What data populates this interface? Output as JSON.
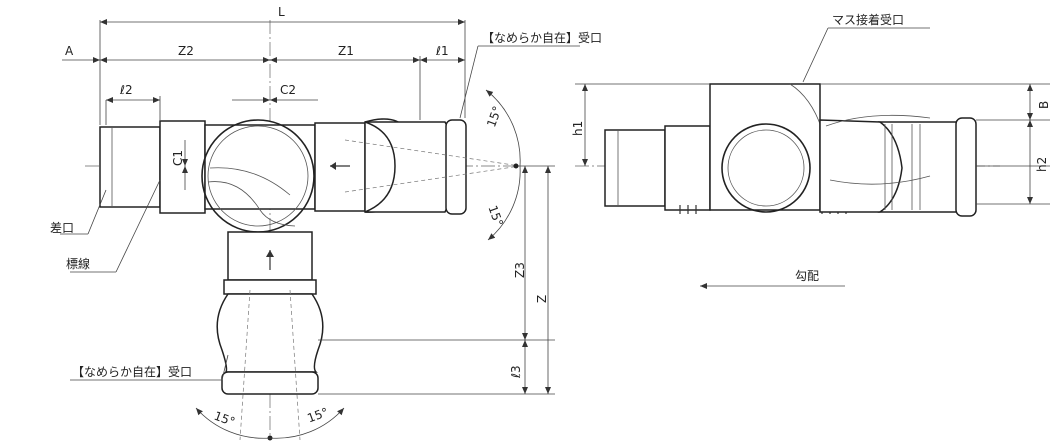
{
  "dimensions": {
    "L": "L",
    "A": "A",
    "Z2": "Z2",
    "Z1": "Z1",
    "l1": "ℓ1",
    "l2": "ℓ2",
    "C2": "C2",
    "C1": "C1",
    "Z3": "Z3",
    "Z": "Z",
    "l3": "ℓ3",
    "h1": "h1",
    "h2": "h2",
    "B": "B"
  },
  "angles": {
    "right_upper": "15°",
    "right_lower": "15°",
    "bottom_left": "15°",
    "bottom_right": "15°"
  },
  "labels": {
    "socket_top": "【なめらか自在】受口",
    "socket_bottom": "【なめらか自在】受口",
    "spigot": "差口",
    "marker_line": "標線",
    "manhole_socket": "マス接着受口",
    "slope": "勾配"
  }
}
